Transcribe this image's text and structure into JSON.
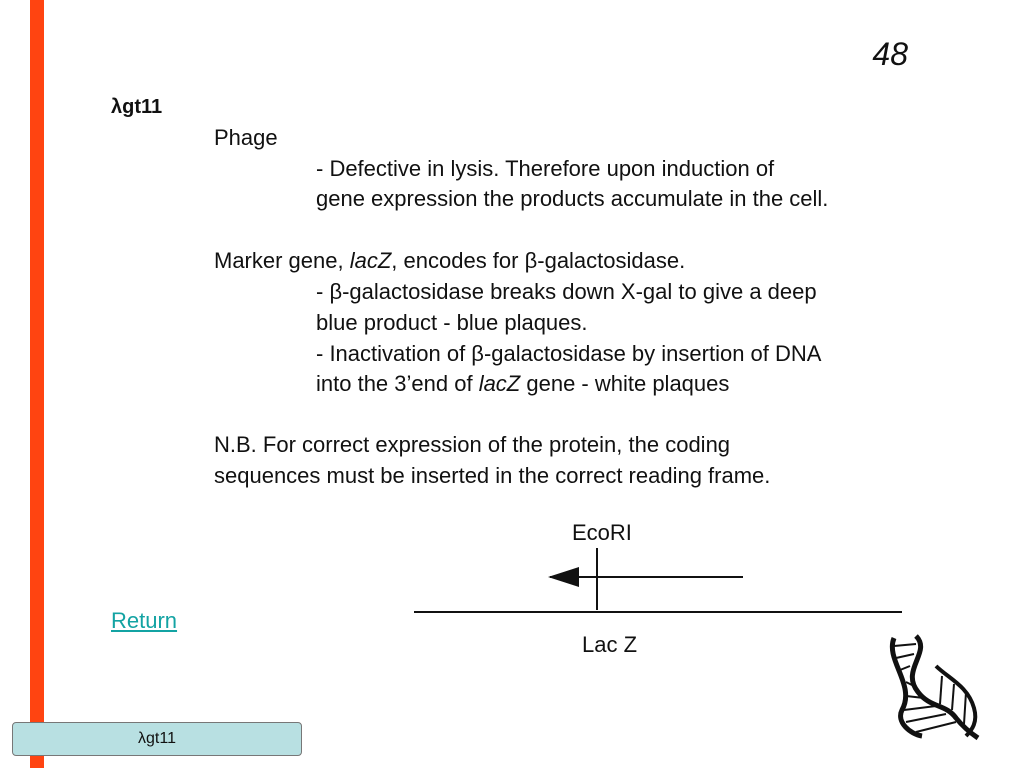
{
  "slide": {
    "number": "48",
    "title": "λgt11"
  },
  "content": {
    "phage_heading": "Phage",
    "lysis_line1": "- Defective in lysis. Therefore upon induction of",
    "lysis_line2": "gene expression the products accumulate in the cell.",
    "marker_prefix": "Marker gene, ",
    "marker_gene": "lacZ",
    "marker_suffix": ", encodes for β-galactosidase.",
    "blue_line1": "- β-galactosidase breaks down X-gal to give a deep",
    "blue_line2": "blue product - blue plaques.",
    "inact_line1": "- Inactivation of β-galactosidase by insertion of DNA",
    "inact_prefix": "into the 3’end of ",
    "inact_gene": "lacZ",
    "inact_suffix": " gene - white plaques",
    "nb_line1": "N.B. For correct expression of the protein, the coding",
    "nb_line2": "sequences must be inserted in the correct reading frame."
  },
  "nav": {
    "return_label": "Return"
  },
  "diagram": {
    "site_label": "EcoRI",
    "gene_label": "Lac Z"
  },
  "footer": {
    "label": "λgt11"
  },
  "colors": {
    "accent_bar": "#ff4411",
    "link": "#13a3a3",
    "footer_bg": "#b8e0e2"
  }
}
